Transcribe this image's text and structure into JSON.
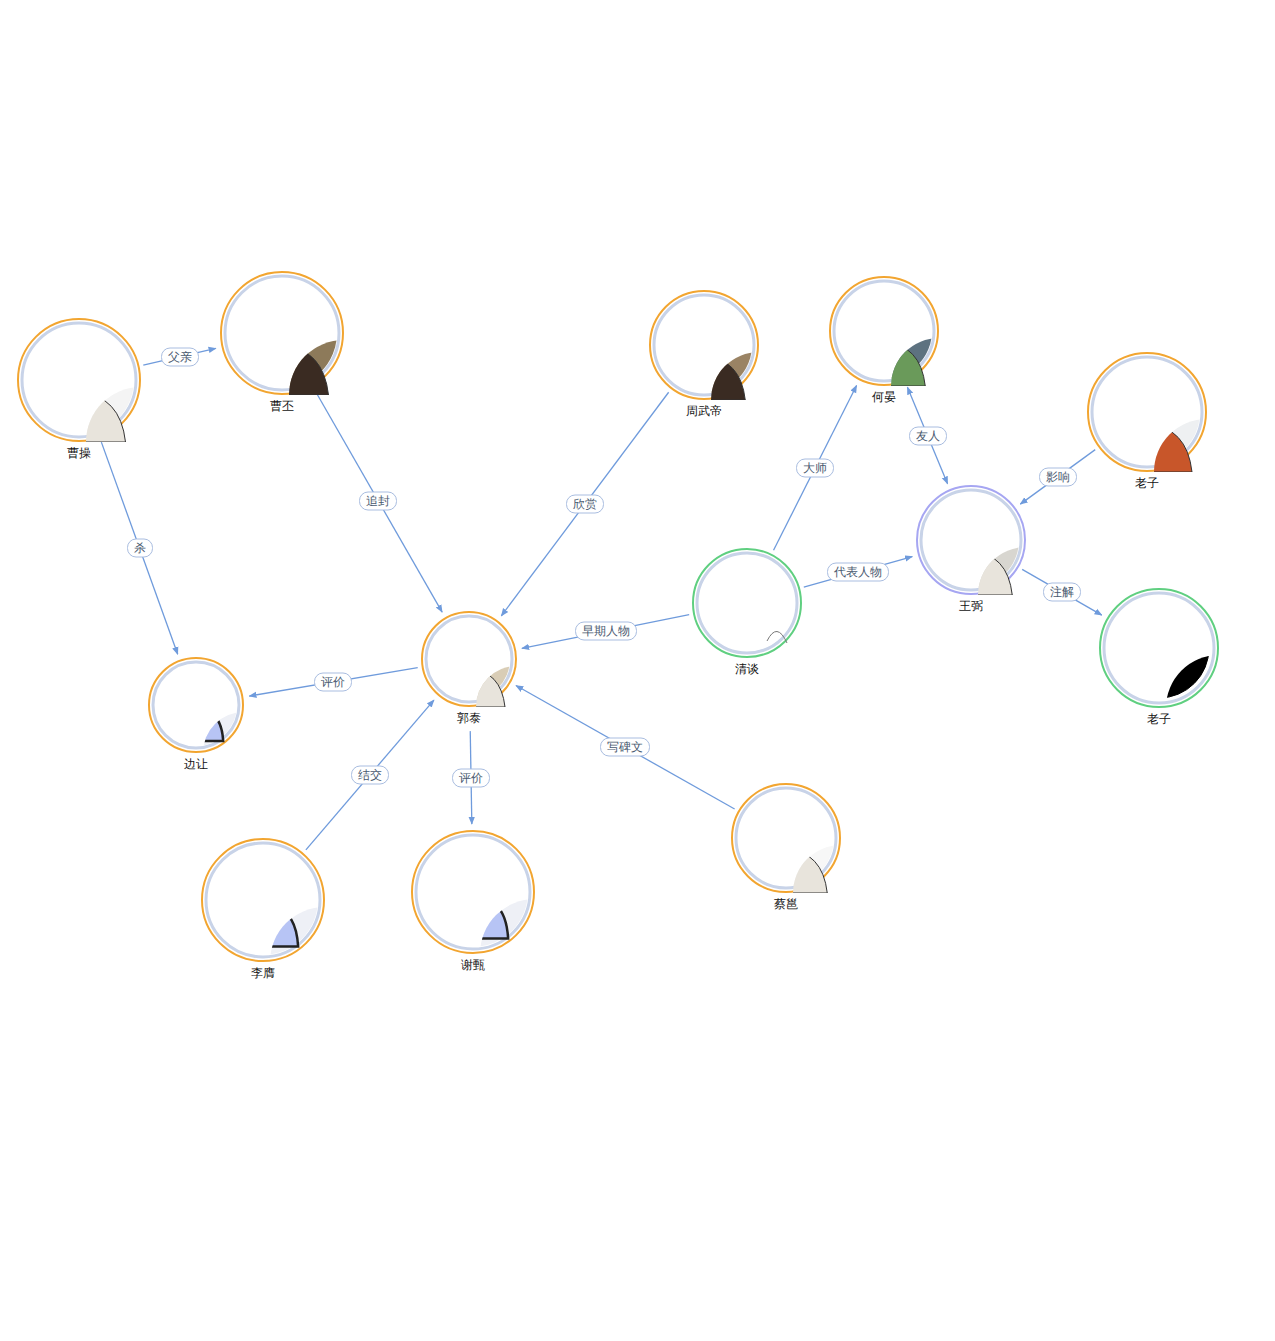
{
  "diagram": {
    "nodes": [
      {
        "text": [
          "曹操"
        ]
      },
      {
        "text": [
          "曹丕"
        ]
      },
      {
        "text": [
          "周武帝"
        ]
      },
      {
        "text": [
          "何晏"
        ]
      },
      {
        "text": [
          "老子"
        ]
      },
      {
        "text": [
          "王弼"
        ]
      },
      {
        "text": [
          "清谈"
        ]
      },
      {
        "text": [
          "老子"
        ]
      },
      {
        "text": [
          "郭泰"
        ]
      },
      {
        "text": [
          "边让"
        ]
      },
      {
        "text": [
          "李膺"
        ]
      },
      {
        "text": [
          "谢甄"
        ]
      },
      {
        "text": [
          "蔡邕"
        ]
      }
    ],
    "edges": [
      {
        "from": 0,
        "to": 1,
        "label": "父亲",
        "arrow": "to"
      },
      {
        "from": 0,
        "to": 9,
        "label": "杀",
        "arrow": "to"
      },
      {
        "from": 1,
        "to": 8,
        "label": "追封",
        "arrow": "to"
      },
      {
        "from": 2,
        "to": 8,
        "label": "欣赏",
        "arrow": "to"
      },
      {
        "from": 6,
        "to": 3,
        "label": "大师",
        "arrow": "to"
      },
      {
        "from": 3,
        "to": 5,
        "label": "友人",
        "arrow": "both"
      },
      {
        "from": 4,
        "to": 5,
        "label": "影响",
        "arrow": "to"
      },
      {
        "from": 6,
        "to": 5,
        "label": "代表人物",
        "arrow": "to"
      },
      {
        "from": 5,
        "to": 7,
        "label": "注解",
        "arrow": "to"
      },
      {
        "from": 6,
        "to": 8,
        "label": "早期人物",
        "arrow": "to"
      },
      {
        "from": 8,
        "to": 9,
        "label": "评价",
        "arrow": "to"
      },
      {
        "from": 10,
        "to": 8,
        "label": "结交",
        "arrow": "to"
      },
      {
        "from": 8,
        "to": 11,
        "label": "评价",
        "arrow": "to"
      },
      {
        "from": 12,
        "to": 8,
        "label": "写碑文",
        "arrow": "to"
      }
    ]
  }
}
